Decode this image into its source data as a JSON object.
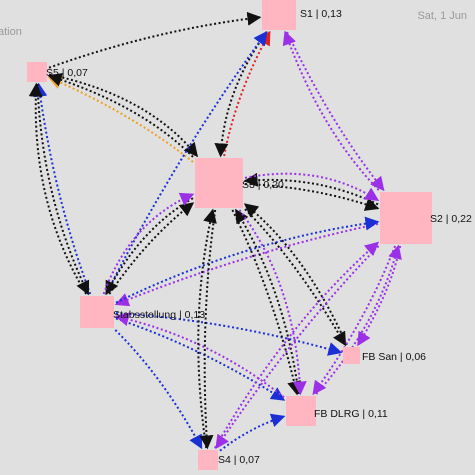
{
  "header": {
    "left_text": "ation",
    "date_text": "Sat, 1 Jun"
  },
  "colors": {
    "node_fill": "#ffb6c1",
    "edge_black": "#111111",
    "edge_blue": "#1a2fd4",
    "edge_purple": "#9b30e6",
    "edge_orange": "#f0a020",
    "edge_red": "#e02020"
  },
  "nodes": [
    {
      "id": "S1",
      "label": "S1 | 0,13"
    },
    {
      "id": "S5",
      "label": "S5 | 0,07"
    },
    {
      "id": "S3",
      "label": "S3 | 0,20"
    },
    {
      "id": "S2",
      "label": "S2 | 0,22"
    },
    {
      "id": "SA",
      "label": "Stabsstellung | 0,13"
    },
    {
      "id": "FBSan",
      "label": "FB San | 0,06"
    },
    {
      "id": "FBDLRG",
      "label": "FB DLRG | 0,11"
    },
    {
      "id": "S4",
      "label": "S4 | 0,07"
    }
  ],
  "edges": [
    {
      "from": "S5",
      "to": "S1",
      "color": "black"
    },
    {
      "from": "S3",
      "to": "S1",
      "color": "red"
    },
    {
      "from": "S3",
      "to": "S5",
      "color": "orange"
    },
    {
      "from": "S3",
      "to": "S5",
      "color": "black"
    },
    {
      "from": "S5",
      "to": "S3",
      "color": "black"
    },
    {
      "from": "S1",
      "to": "S3",
      "color": "black"
    },
    {
      "from": "S1",
      "to": "S2",
      "color": "purple"
    },
    {
      "from": "S2",
      "to": "S1",
      "color": "purple"
    },
    {
      "from": "S3",
      "to": "S2",
      "color": "black"
    },
    {
      "from": "S2",
      "to": "S3",
      "color": "black"
    },
    {
      "from": "S3",
      "to": "S2",
      "color": "purple"
    },
    {
      "from": "SA",
      "to": "S5",
      "color": "blue"
    },
    {
      "from": "SA",
      "to": "S1",
      "color": "blue"
    },
    {
      "from": "SA",
      "to": "S3",
      "color": "black"
    },
    {
      "from": "S3",
      "to": "SA",
      "color": "black"
    },
    {
      "from": "SA",
      "to": "S3",
      "color": "purple"
    },
    {
      "from": "S2",
      "to": "SA",
      "color": "purple"
    },
    {
      "from": "SA",
      "to": "S2",
      "color": "blue"
    },
    {
      "from": "SA",
      "to": "FBSan",
      "color": "blue"
    },
    {
      "from": "SA",
      "to": "FBDLRG",
      "color": "blue"
    },
    {
      "from": "SA",
      "to": "S4",
      "color": "blue"
    },
    {
      "from": "FBDLRG",
      "to": "SA",
      "color": "purple"
    },
    {
      "from": "S3",
      "to": "FBSan",
      "color": "black"
    },
    {
      "from": "FBSan",
      "to": "S3",
      "color": "black"
    },
    {
      "from": "S3",
      "to": "FBDLRG",
      "color": "black"
    },
    {
      "from": "FBDLRG",
      "to": "S3",
      "color": "black"
    },
    {
      "from": "S3",
      "to": "S4",
      "color": "black"
    },
    {
      "from": "S4",
      "to": "S3",
      "color": "black"
    },
    {
      "from": "S3",
      "to": "FBDLRG",
      "color": "purple"
    },
    {
      "from": "S2",
      "to": "FBSan",
      "color": "purple"
    },
    {
      "from": "S2",
      "to": "FBDLRG",
      "color": "purple"
    },
    {
      "from": "S2",
      "to": "S4",
      "color": "purple"
    },
    {
      "from": "FBDLRG",
      "to": "S2",
      "color": "purple"
    },
    {
      "from": "S4",
      "to": "S2",
      "color": "purple"
    },
    {
      "from": "S5",
      "to": "SA",
      "color": "black"
    },
    {
      "from": "SA",
      "to": "S5",
      "color": "black"
    },
    {
      "from": "S4",
      "to": "FBDLRG",
      "color": "blue"
    }
  ]
}
